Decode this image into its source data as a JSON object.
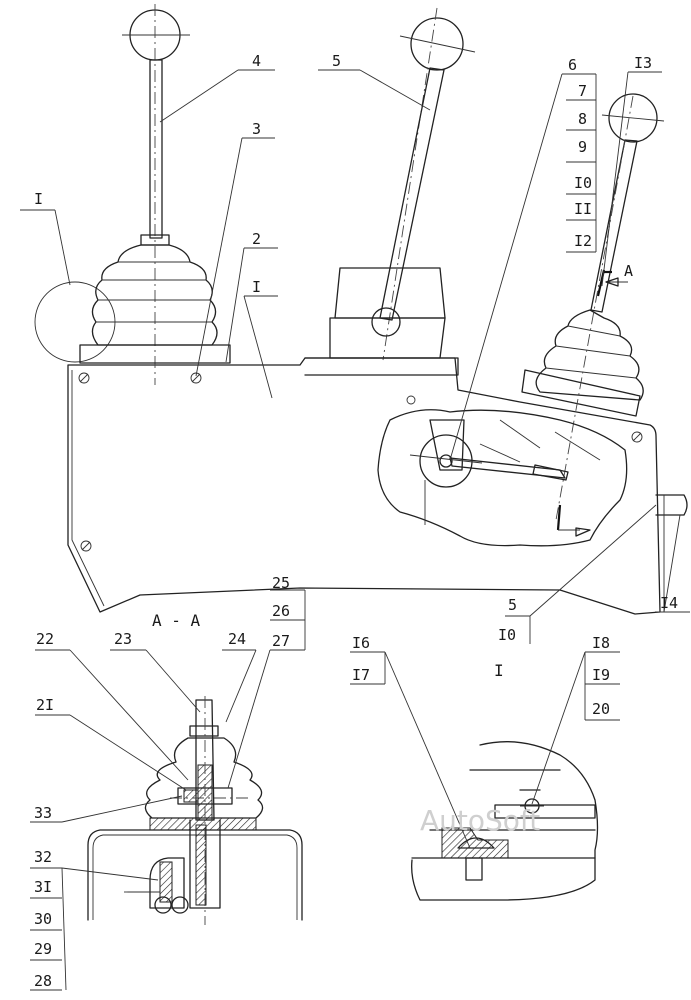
{
  "labels": {
    "l1a": "I",
    "l1b": "I",
    "l2": "2",
    "l3": "3",
    "l4": "4",
    "l5a": "5",
    "l5b": "5",
    "l6": "6",
    "l7": "7",
    "l8": "8",
    "l9": "9",
    "l10a": "I0",
    "l10b": "I0",
    "l11": "II",
    "l12": "I2",
    "l13": "I3",
    "l14": "I4",
    "l16": "I6",
    "l17": "I7",
    "l18": "I8",
    "l19": "I9",
    "l20": "20",
    "l21": "2I",
    "l22": "22",
    "l23": "23",
    "l24": "24",
    "l25": "25",
    "l26": "26",
    "l27": "27",
    "l28": "28",
    "l29": "29",
    "l30": "30",
    "l31": "3I",
    "l32": "32",
    "l33": "33"
  },
  "section_aa": "A - A",
  "section_arrow": "A",
  "detail_label": "I",
  "watermark": "AutoSoft"
}
